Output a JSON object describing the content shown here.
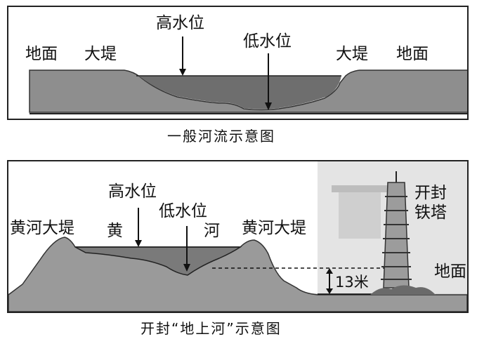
{
  "top_diagram": {
    "labels": {
      "ground_left": "地面",
      "levee_left": "大堤",
      "high_water": "高水位",
      "low_water": "低水位",
      "levee_right": "大堤",
      "ground_right": "地面"
    },
    "caption": "一般河流示意图"
  },
  "bottom_diagram": {
    "labels": {
      "high_water": "高水位",
      "low_water": "低水位",
      "levee_left": "黄河大堤",
      "river_char_1": "黄",
      "river_char_2": "河",
      "levee_right": "黄河大堤",
      "pagoda_line1": "开封",
      "pagoda_line2": "铁塔",
      "ground": "地面",
      "height": "13米"
    },
    "caption": "开封“地上河”示意图"
  },
  "colors": {
    "terrain": "#8e8e8e",
    "water": "#707070",
    "line": "#111111"
  }
}
